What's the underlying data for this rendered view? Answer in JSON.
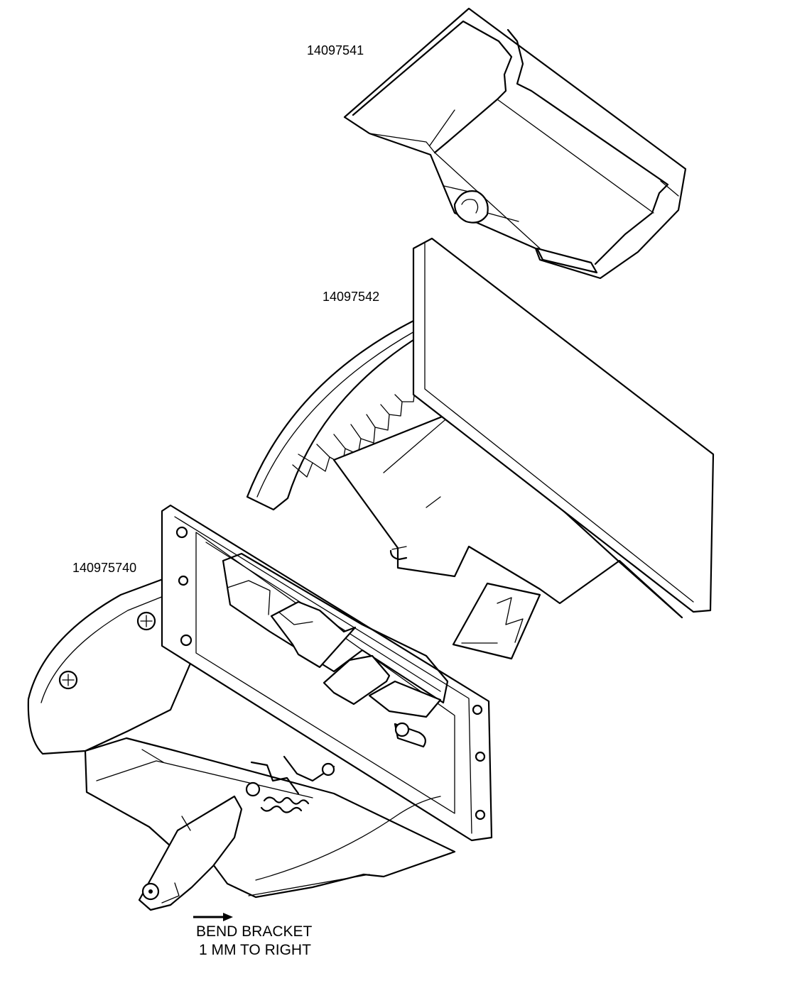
{
  "labels": {
    "part_top": "14097541",
    "part_middle": "14097542",
    "part_bottom": "140975740"
  },
  "note": {
    "line1": "BEND BRACKET",
    "line2": "1 MM TO RIGHT",
    "arrow_icon": "right-arrow-icon"
  },
  "colors": {
    "ink": "#000000",
    "paper": "#ffffff"
  }
}
